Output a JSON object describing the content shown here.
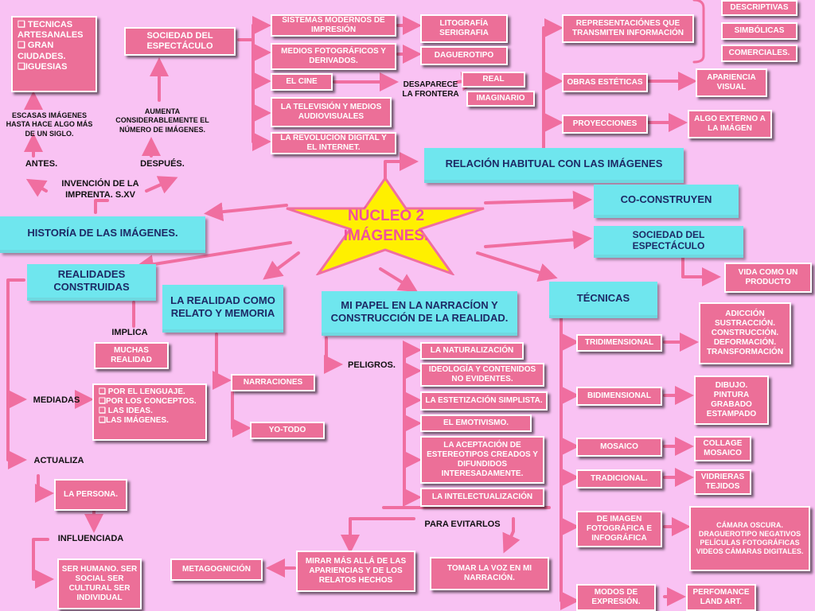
{
  "colors": {
    "background": "#f9c2f3",
    "arrow": "#f06ea0",
    "box_pink": "#ec6f98",
    "box_cyan": "#6fe6ee",
    "core_star": "#fff000",
    "core_text": "#f0509f"
  },
  "core": {
    "line1": "NÚCLEO 2",
    "line2": "IMÁGENES."
  },
  "historia": {
    "title": "HISTORÍA DE LAS IMÁGENES.",
    "imprenta": "INVENCIÓN DE LA IMPRENTA. S.XV",
    "antes": "ANTES.",
    "despues": "DESPUÉS.",
    "escasas": "ESCASAS IMÁGENES HASTA HACE  ALGO MÁS DE UN SIGLO.",
    "aumenta": "AUMENTA CONSIDERABLEMENTE EL NÚMERO DE IMÁGENES.",
    "antes_list": [
      "TECNICAS ARTESANALES",
      "GRAN CIUDADES.",
      "IGUESIAS"
    ],
    "sociedad": "SOCIEDAD DEL ESPECTÁCULO",
    "medios": [
      "SISTEMAS MODERNOS DE IMPRESIÓN",
      "MEDIOS FOTOGRÁFICOS Y DERIVADOS.",
      "EL CINE",
      "LA TELEVISIÓN Y MEDIOS AUDIOVISUALES",
      "LA REVOLUCIÓN DIGITAL Y EL INTERNET."
    ],
    "litografia": "LITOGRAFÍA SERIGRAFIA",
    "daguerotipo": "DAGUEROTIPO",
    "desaparece": "DESAPARECE LA FRONTERA",
    "real": "REAL",
    "imaginario": "IMAGINARIO"
  },
  "relacion": {
    "title": "RELACIÓN HABITUAL CON LAS IMÁGENES",
    "representaciones": "REPRESENTACIÓNES QUE TRANSMITEN INFORMACIÓN",
    "tipos": [
      "DESCRIPTIVAS",
      "SIMBÓLICAS",
      "COMERCIALES."
    ],
    "obras": "OBRAS ESTÉTICAS",
    "apariencia": "APARIENCIA VISUAL",
    "proyecciones": "PROYECCIONES",
    "algo_externo": "ALGO EXTERNO A LA IMÁGEN"
  },
  "coconstruyen": "CO-CONSTRUYEN",
  "sociedad_espectaculo": "SOCIEDAD DEL ESPECTÁCULO",
  "vida_producto": "VIDA COMO UN PRODUCTO",
  "realidades": {
    "title": "REALIDADES CONSTRUIDAS",
    "implica": "IMPLICA",
    "muchas": "MUCHAS REALIDAD",
    "mediadas": "MEDIADAS",
    "mediadas_list": [
      "POR EL LENGUAJE.",
      "POR LOS CONCEPTOS.",
      "LAS IDEAS.",
      "LAS IMÁGENES."
    ],
    "actualiza": "ACTUALIZA",
    "persona": "LA PERSONA.",
    "influenciada": "INFLUENCIADA",
    "ser": "SER HUMANO. SER SOCIAL SER CULTURAL SER INDIVIDUAL"
  },
  "relato": {
    "title": "LA REALIDAD COMO RELATO Y MEMORIA",
    "narraciones": "NARRACIONES",
    "yotodo": "YO-TODO"
  },
  "papel": {
    "title": "MI PAPEL EN LA NARRACÍON Y CONSTRUCCIÓN DE LA REALIDAD.",
    "peligros": "PELIGROS.",
    "peligros_list": [
      "LA NATURALIZACIÓN",
      "IDEOLOGÍA Y CONTENIDOS NO EVIDENTES.",
      "LA ESTETIZACIÓN SIMPLISTA.",
      "EL EMOTIVISMO.",
      "LA ACEPTACIÓN DE ESTEREOTIPOS CREADOS Y DIFUNDIDOS INTERESADAMENTE.",
      "LA INTELECTUALIZACIÓN"
    ],
    "para_evitarlos": "PARA EVITARLOS",
    "mirar": "MIRAR MÁS ALLÁ DE LAS APARIENCIAS Y DE LOS RELATOS HECHOS",
    "metacognicion": "METAGOGNICIÓN",
    "tomar": "TOMAR LA VOZ EN MI NARRACIÓN."
  },
  "tecnicas": {
    "title": "TÉCNICAS",
    "tipos": [
      "TRIDIMENSIONAL",
      "BIDIMENSIONAL",
      "MOSAICO",
      "TRADICIONAL.",
      "DE IMAGEN FOTOGRÁFICA E INFOGRÁFICA",
      "MODOS DE EXPRESIÓN."
    ],
    "detalles": [
      "ADICCIÓN SUSTRACCIÓN. CONSTRUCCIÓN. DEFORMACIÓN. TRANSFORMACIÓN",
      "DIBUJO. PINTURA GRABADO ESTAMPADO",
      "COLLAGE MOSAICO",
      "VIDRIERAS TEJIDOS",
      "CÁMARA OSCURA. DRAGUEROTIPO NEGATIVOS PELÍCULAS FOTOGRÁFICAS VIDEOS CÁMARAS DIGITALES.",
      "PERFOMANCE LAND ART."
    ]
  }
}
